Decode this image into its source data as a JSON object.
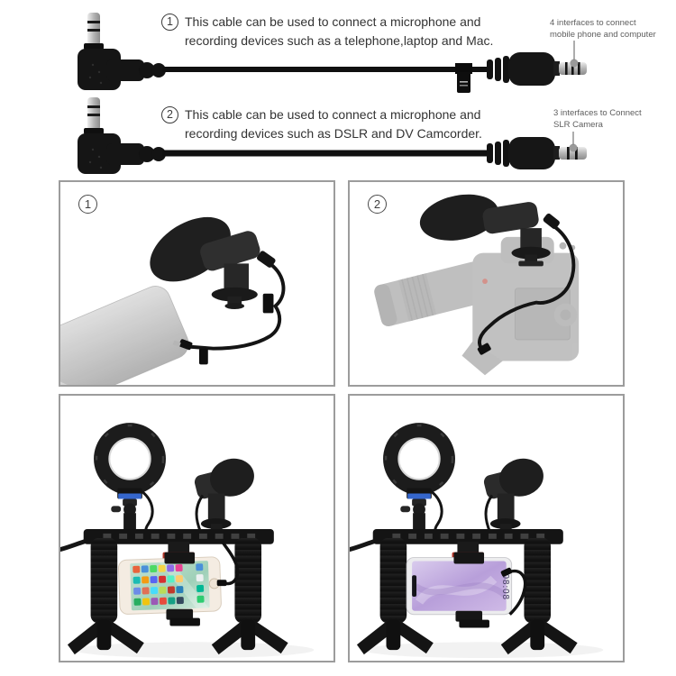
{
  "instructions": [
    {
      "number": "1",
      "line1": "This cable can be used to connect a microphone and",
      "line2": "recording devices such as a telephone,laptop and Mac.",
      "callout_line1": "4 interfaces to connect",
      "callout_line2": "mobile phone and computer"
    },
    {
      "number": "2",
      "line1": "This cable can be used to connect a microphone and",
      "line2": "recording devices such as DSLR and DV Camcorder.",
      "callout_line1": "3 interfaces to Connect",
      "callout_line2": "SLR Camera"
    }
  ],
  "panel_badges": {
    "panel1": "1",
    "panel2": "2"
  },
  "phone_android_clock": "08:08",
  "colors": {
    "background": "#ffffff",
    "panel_border": "#9c9c9c",
    "text_primary": "#3a3a3a",
    "callout_text": "#5d5d5d",
    "device_black": "#161616",
    "metal_silver": "#bdbdbd",
    "ghost_gray": "#c2c2c2",
    "clamp_red": "#b23528",
    "ring_light_label_blue": "#3566cc",
    "iphone_wallpaper_green": "#a9d9c3",
    "android_wallpaper_purple": "#c2abde"
  }
}
